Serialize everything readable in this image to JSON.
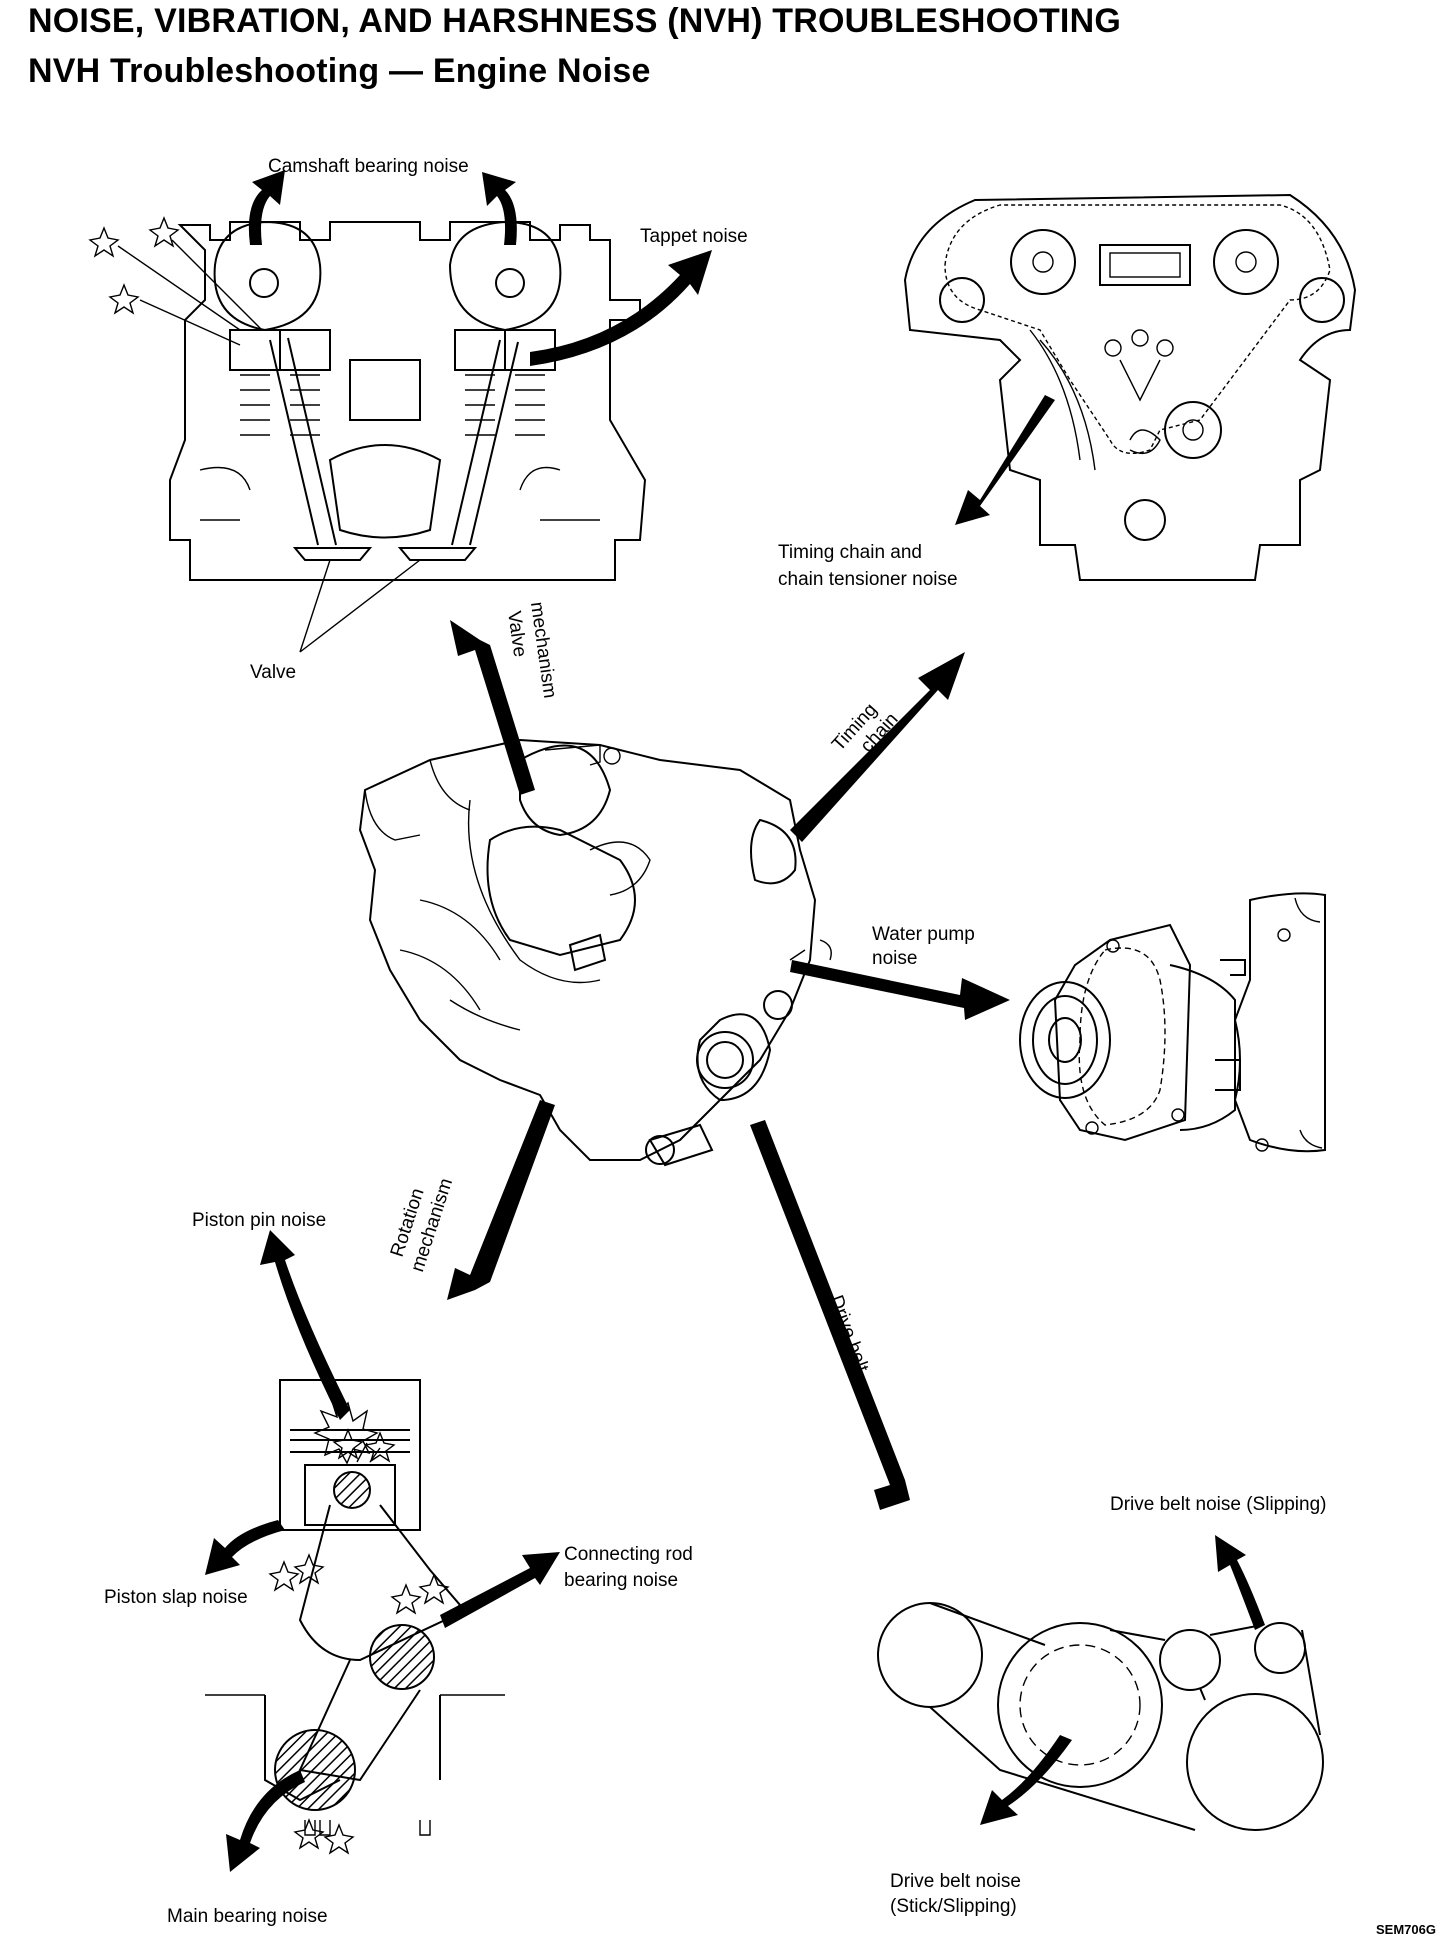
{
  "header": {
    "title": "NOISE, VIBRATION, AND HARSHNESS (NVH) TROUBLESHOOTING",
    "subtitle": "NVH Troubleshooting — Engine Noise"
  },
  "labels": {
    "camshaft_bearing": "Camshaft bearing noise",
    "tappet": "Tappet noise",
    "valve": "Valve",
    "valve_mechanism_1": "Valve",
    "valve_mechanism_2": "mechanism",
    "timing_chain_noise_1": "Timing chain and",
    "timing_chain_noise_2": "chain tensioner noise",
    "timing_chain_1": "Timing",
    "timing_chain_2": "chain",
    "water_pump_1": "Water pump",
    "water_pump_2": "noise",
    "rotation_mechanism_1": "Rotation",
    "rotation_mechanism_2": "mechanism",
    "drive_belt": "Drive belt",
    "piston_pin": "Piston pin noise",
    "piston_slap": "Piston slap noise",
    "connecting_rod_1": "Connecting rod",
    "connecting_rod_2": "bearing noise",
    "main_bearing": "Main bearing noise",
    "belt_slipping": "Drive belt noise (Slipping)",
    "belt_stick_1": "Drive belt noise",
    "belt_stick_2": "(Stick/Slipping)",
    "figure_code": "SEM706G"
  }
}
